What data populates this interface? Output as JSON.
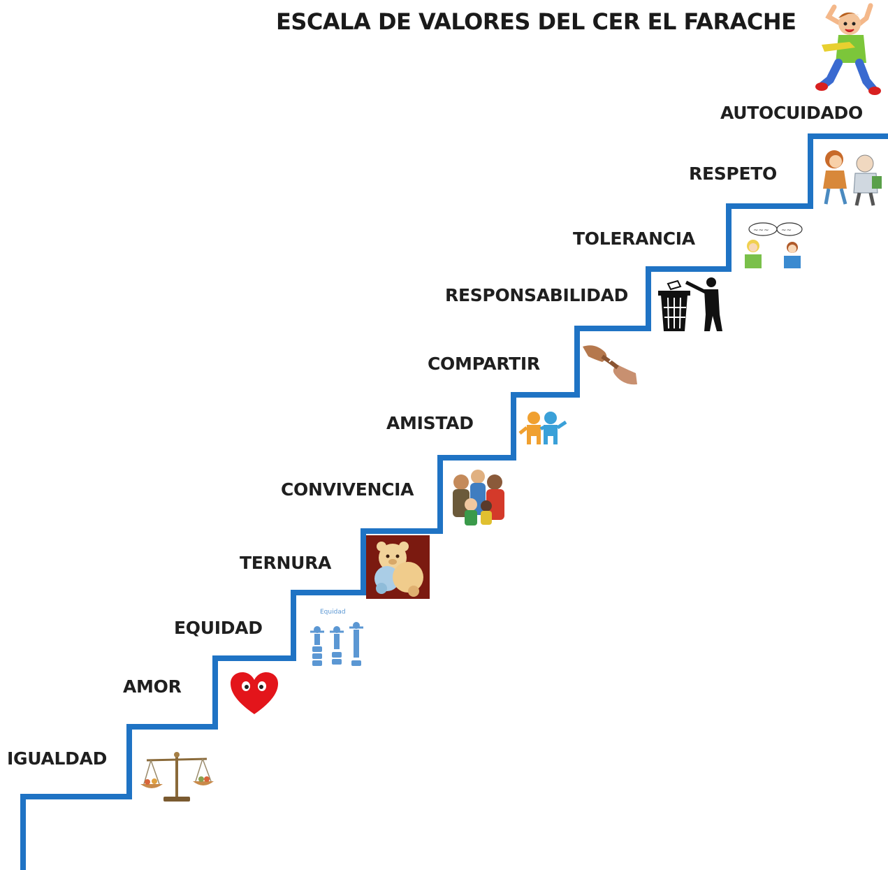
{
  "title": "ESCALA DE VALORES DEL CER EL FARACHE",
  "colors": {
    "stairs": "#1f73c4",
    "label": "#1f1f1f",
    "heart": "#e3151b",
    "equidad_blue": "#5b97d3"
  },
  "steps": [
    {
      "label": "IGUALDAD",
      "icon": "scales-icon"
    },
    {
      "label": "AMOR",
      "icon": "heart-icon"
    },
    {
      "label": "EQUIDAD",
      "icon": "equity-people-icon"
    },
    {
      "label": "TERNURA",
      "icon": "teddy-bears-icon"
    },
    {
      "label": "CONVIVENCIA",
      "icon": "group-people-icon"
    },
    {
      "label": "AMISTAD",
      "icon": "friends-icon"
    },
    {
      "label": "COMPARTIR",
      "icon": "sharing-hands-icon"
    },
    {
      "label": "RESPONSABILIDAD",
      "icon": "trash-bin-person-icon"
    },
    {
      "label": "TOLERANCIA",
      "icon": "talking-kids-icon"
    },
    {
      "label": "RESPETO",
      "icon": "respect-kids-icon"
    },
    {
      "label": "AUTOCUIDADO",
      "icon": "running-kid-icon"
    }
  ],
  "equidad_caption": "Equidad"
}
